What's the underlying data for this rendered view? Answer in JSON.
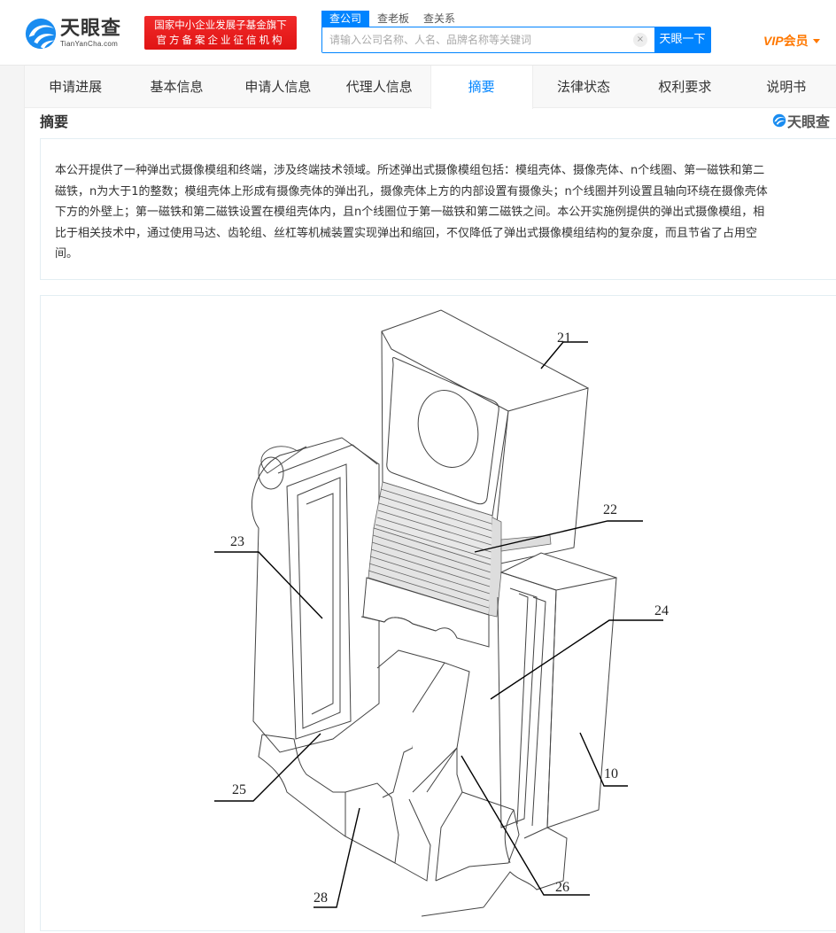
{
  "header": {
    "logo_cn": "天眼查",
    "logo_en": "TianYanCha.com",
    "badge_line1": "国家中小企业发展子基金旗下",
    "badge_line2": "官方备案企业征信机构",
    "search": {
      "tabs": [
        {
          "label": "查公司",
          "active": true
        },
        {
          "label": "查老板",
          "active": false
        },
        {
          "label": "查关系",
          "active": false
        }
      ],
      "placeholder": "请输入公司名称、人名、品牌名称等关键词",
      "value": "",
      "clear_icon": "×",
      "button_label": "天眼一下"
    },
    "vip": {
      "en": "VIP",
      "cn": "会员"
    }
  },
  "tabs": [
    {
      "label": "申请进展",
      "active": false
    },
    {
      "label": "基本信息",
      "active": false
    },
    {
      "label": "申请人信息",
      "active": false
    },
    {
      "label": "代理人信息",
      "active": false
    },
    {
      "label": "摘要",
      "active": true
    },
    {
      "label": "法律状态",
      "active": false
    },
    {
      "label": "权利要求",
      "active": false
    },
    {
      "label": "说明书",
      "active": false
    }
  ],
  "section": {
    "title": "摘要",
    "watermark": "天眼查"
  },
  "abstract": {
    "lines": [
      "本公开提供了一种弹出式摄像模组和终端，涉及终端技术领域。所述弹出式摄像模组包括：模组壳体、摄像壳体、n个线圈、第一磁铁和第二",
      "磁铁，n为大于1的整数；模组壳体上形成有摄像壳体的弹出孔，摄像壳体上方的内部设置有摄像头；n个线圈并列设置且轴向环绕在摄像壳体",
      "下方的外壁上；第一磁铁和第二磁铁设置在模组壳体内，且n个线圈位于第一磁铁和第二磁铁之间。本公开实施例提供的弹出式摄像模组，相",
      "比于相关技术中，通过使用马达、齿轮组、丝杠等机械装置实现弹出和缩回，不仅降低了弹出式摄像模组结构的复杂度，而且节省了占用空",
      "间。"
    ]
  },
  "figure": {
    "labels": {
      "l21": "21",
      "l22": "22",
      "l23": "23",
      "l24": "24",
      "l25": "25",
      "l10": "10",
      "l26": "26",
      "l28": "28"
    }
  },
  "colors": {
    "brand_blue": "#0084ff",
    "badge_red": "#e81c1c",
    "vip_orange": "#ff7800"
  }
}
